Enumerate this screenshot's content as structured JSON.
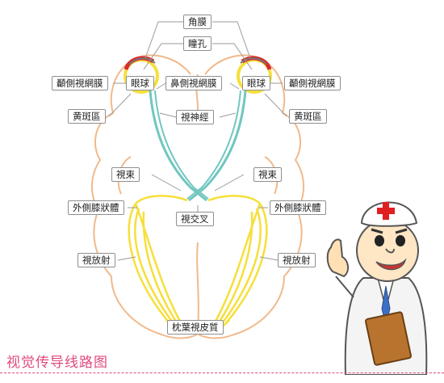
{
  "diagram": {
    "title": "视觉传导线路图",
    "labels": {
      "cornea": "角膜",
      "pupil": "瞳孔",
      "eyeball_left": "眼球",
      "eyeball_right": "眼球",
      "temporal_retina_left": "顳側視網膜",
      "temporal_retina_right": "顳側視網膜",
      "nasal_retina": "鼻側視網膜",
      "macula_left": "黄斑區",
      "macula_right": "黄斑區",
      "optic_nerve": "視神經",
      "optic_tract_left": "視束",
      "optic_tract_right": "視束",
      "lgn_left": "外側膝狀體",
      "lgn_right": "外側膝狀體",
      "optic_chiasm": "視交叉",
      "radiation_left": "視放射",
      "radiation_right": "視放射",
      "visual_cortex": "枕葉視皮質"
    }
  },
  "colors": {
    "brain_outline": "#f1b98a",
    "visual_pathway": "#f6df3a",
    "optic_nerve": "#72c6c0",
    "leader_line": "#9a9a9a",
    "title": "#e0497f",
    "cross": "#e02020"
  }
}
